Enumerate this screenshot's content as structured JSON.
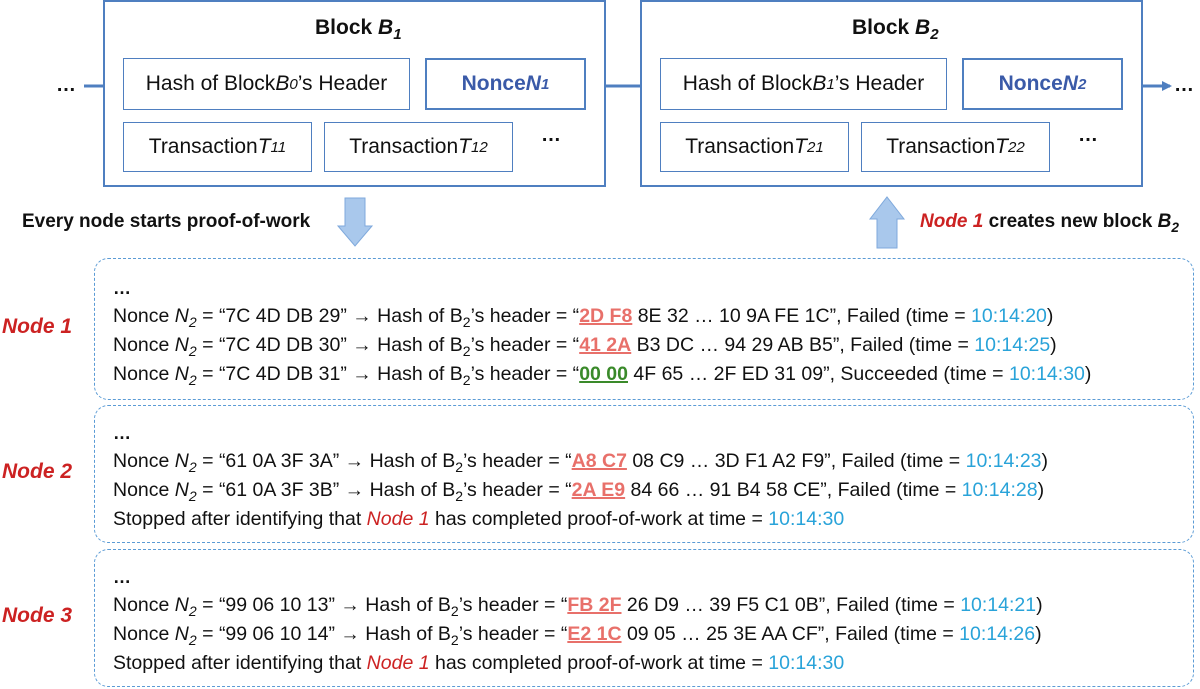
{
  "blocks": [
    {
      "title": "Block ",
      "title_var": "B",
      "title_sub": "1",
      "hash_label_pre": "Hash of Block ",
      "hash_var": "B",
      "hash_sub": "0",
      "hash_label_post": "’s Header",
      "nonce_label": "Nonce ",
      "nonce_var": "N",
      "nonce_sub": "1",
      "tx1_label": "Transaction ",
      "tx1_var": "T",
      "tx1_sub": "11",
      "tx2_label": "Transaction ",
      "tx2_var": "T",
      "tx2_sub": "12",
      "ellipsis": "…"
    },
    {
      "title": "Block ",
      "title_var": "B",
      "title_sub": "2",
      "hash_label_pre": "Hash of Block ",
      "hash_var": "B",
      "hash_sub": "1",
      "hash_label_post": "’s Header",
      "nonce_label": "Nonce ",
      "nonce_var": "N",
      "nonce_sub": "2",
      "tx1_label": "Transaction ",
      "tx1_var": "T",
      "tx1_sub": "21",
      "tx2_label": "Transaction ",
      "tx2_var": "T",
      "tx2_sub": "22",
      "ellipsis": "…"
    }
  ],
  "chain": {
    "left_ellipsis": "…",
    "right_ellipsis": "…"
  },
  "captions": {
    "left": "Every node starts proof-of-work",
    "right_node": "Node 1",
    "right_text": " creates new block ",
    "right_var": "B",
    "right_sub": "2"
  },
  "nodes": [
    {
      "label": "Node 1",
      "dots": "…",
      "attempts": [
        {
          "nonce": "“7C 4D DB 29”",
          "head": "2D F8",
          "rest": " 8E 32 … 10 9A FE 1C”",
          "result": ", Failed (time = ",
          "time": "10:14:20",
          "status": "fail"
        },
        {
          "nonce": "“7C 4D DB 30”",
          "head": "41 2A",
          "rest": " B3 DC … 94 29 AB B5”",
          "result": ", Failed (time = ",
          "time": "10:14:25",
          "status": "fail"
        },
        {
          "nonce": "“7C 4D DB 31”",
          "head": "00 00",
          "rest": " 4F 65 … 2F ED 31 09”",
          "result": ", Succeeded (time = ",
          "time": "10:14:30",
          "status": "ok"
        }
      ]
    },
    {
      "label": "Node 2",
      "dots": "…",
      "attempts": [
        {
          "nonce": "“61 0A 3F 3A”",
          "head": "A8 C7",
          "rest": " 08 C9 … 3D F1 A2 F9”",
          "result": ", Failed (time = ",
          "time": "10:14:23",
          "status": "fail"
        },
        {
          "nonce": "“61 0A 3F 3B”",
          "head": "2A E9",
          "rest": " 84 66 … 91 B4 58 CE”",
          "result": ", Failed (time = ",
          "time": "10:14:28",
          "status": "fail"
        }
      ],
      "stop_pre": "Stopped after identifying that ",
      "stop_node": "Node 1",
      "stop_post": " has completed proof-of-work at time = ",
      "stop_time": "10:14:30"
    },
    {
      "label": "Node 3",
      "dots": "…",
      "attempts": [
        {
          "nonce": "“99 06 10 13”",
          "head": "FB 2F",
          "rest": " 26 D9 … 39 F5 C1 0B”",
          "result": ", Failed (time = ",
          "time": "10:14:21",
          "status": "fail"
        },
        {
          "nonce": "“99 06 10 14”",
          "head": "E2 1C",
          "rest": " 09 05 … 25 3E AA CF”",
          "result": ", Failed (time = ",
          "time": "10:14:26",
          "status": "fail"
        }
      ],
      "stop_pre": "Stopped after identifying that ",
      "stop_node": "Node 1",
      "stop_post": " has completed proof-of-work at time = ",
      "stop_time": "10:14:30"
    }
  ],
  "line_text": {
    "nonce_pre": "Nonce ",
    "nonce_var": "N",
    "nonce_sub": "2",
    "eq": " = ",
    "arrow_text": " → Hash of B",
    "hash_sub": "2",
    "hash_post": "’s header = “",
    "close": ")"
  },
  "colors": {
    "block_border": "#4f7fc0",
    "nonce_text": "#3a5aa8",
    "node_red": "#cc2222",
    "fail_bytes": "#e8706a",
    "ok_bytes": "#3a8a2a",
    "time": "#29a3d9",
    "dashed_border": "#5b9bd5",
    "arrow_fill": "#a9c8ec"
  }
}
